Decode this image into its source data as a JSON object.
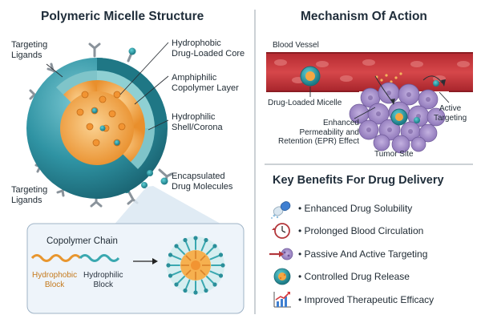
{
  "left_panel": {
    "title": "Polymeric Micelle Structure",
    "labels": {
      "targeting_ligands_top": [
        "Targeting",
        "Ligands"
      ],
      "targeting_ligands_bottom": [
        "Targeting",
        "Ligands"
      ],
      "hydrophobic_core": [
        "Hydrophobic",
        "Drug-Loaded Core"
      ],
      "amphiphilic_layer": [
        "Amphiphilic",
        "Copolymer Layer"
      ],
      "hydrophilic_shell": [
        "Hydrophilic",
        "Shell/Corona"
      ],
      "encapsulated_drug": [
        "Encapsulated",
        "Drug Molecules"
      ]
    },
    "inset": {
      "title": "Copolymer Chain",
      "hydrophobic_block": [
        "Hydrophobic",
        "Block"
      ],
      "hydrophilic_block": [
        "Hydrophilic",
        "Block"
      ]
    }
  },
  "right_panel": {
    "title": "Mechanism Of Action",
    "labels": {
      "blood_vessel": "Blood Vessel",
      "drug_loaded_micelle": "Drug-Loaded Micelle",
      "epr_effect": [
        "Enhanced",
        "Permeability and",
        "Retention (EPR) Effect"
      ],
      "active_targeting": [
        "Active",
        "Targeting"
      ],
      "tumor_site": "Tumor Site"
    },
    "benefits": {
      "title": "Key Benefits For Drug Delivery",
      "items": [
        {
          "label": "• Enhanced Drug Solubility",
          "icon": "capsule-icon"
        },
        {
          "label": "• Prolonged Blood Circulation",
          "icon": "clock-icon"
        },
        {
          "label": "• Passive And Active Targeting",
          "icon": "target-arrow-icon"
        },
        {
          "label": "• Controlled Drug Release",
          "icon": "micelle-icon"
        },
        {
          "label": "• Improved Therapeutic Efficacy",
          "icon": "growth-chart-icon"
        }
      ]
    }
  },
  "colors": {
    "shell": "#2e8c9c",
    "layer": "#7fc4c9",
    "core": "#f0a24a",
    "vessel": "#c9343a",
    "tumor": "#9c86c4",
    "hydrophobic_chain": "#e8962f",
    "hydrophilic_chain": "#3aa8b0"
  }
}
